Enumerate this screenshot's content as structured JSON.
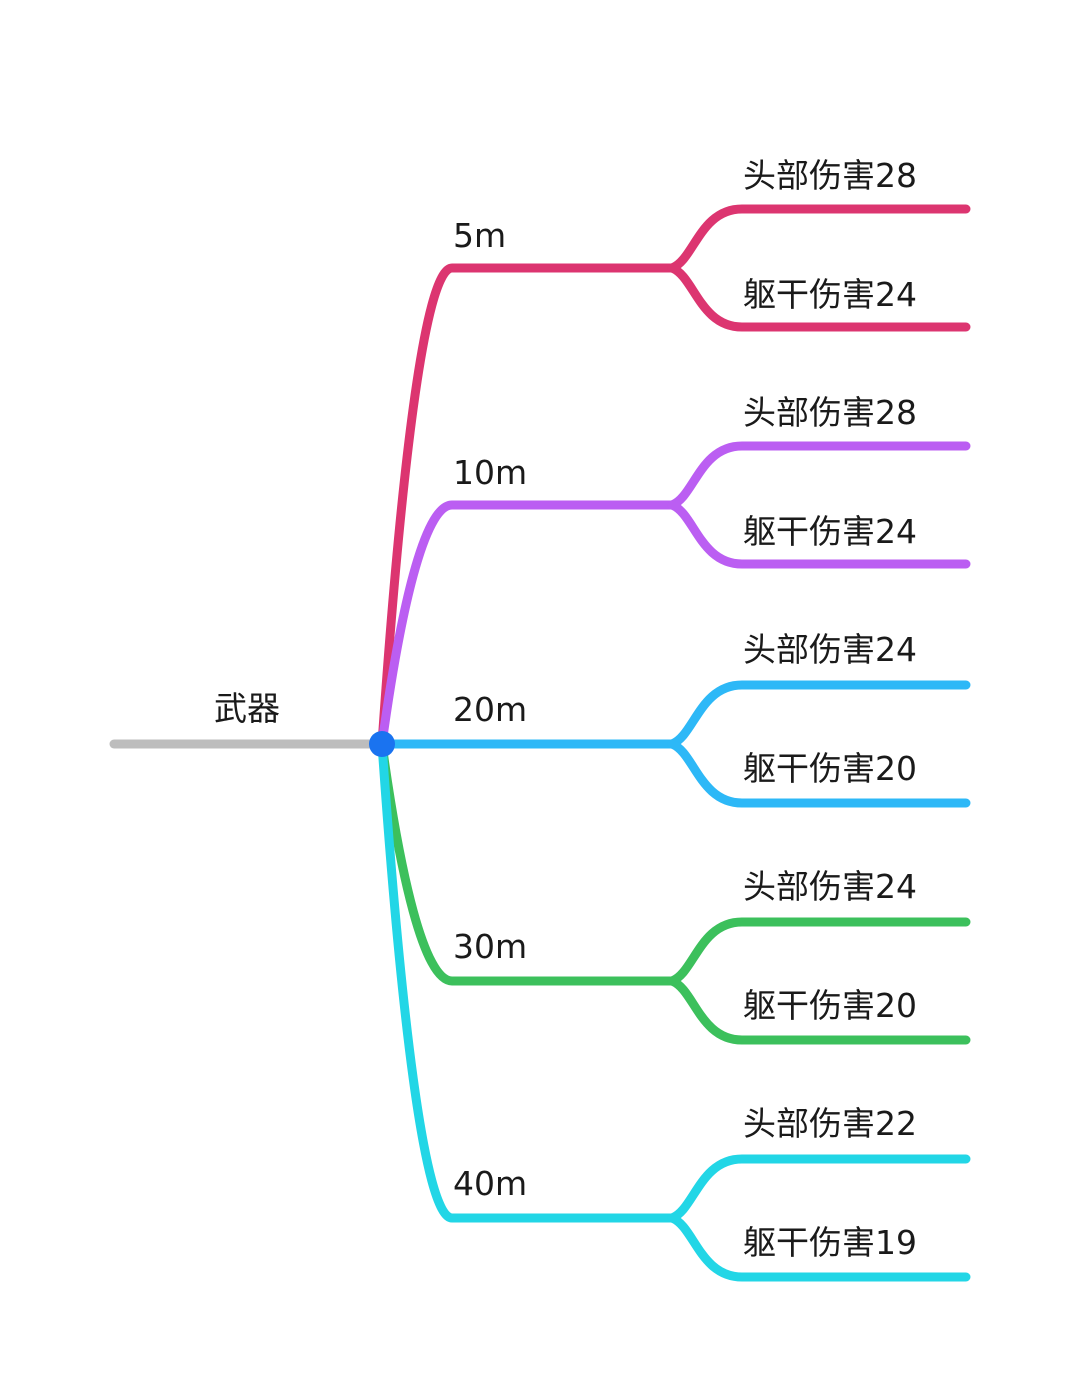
{
  "root": {
    "label": "武器",
    "color": "#bdbdbd",
    "node_color": "#1a73f0"
  },
  "branches": [
    {
      "label": "5m",
      "color": "#dc3570",
      "leaves": [
        {
          "label": "头部伤害28"
        },
        {
          "label": "躯干伤害24"
        }
      ]
    },
    {
      "label": "10m",
      "color": "#bb5ef2",
      "leaves": [
        {
          "label": "头部伤害28"
        },
        {
          "label": "躯干伤害24"
        }
      ]
    },
    {
      "label": "20m",
      "color": "#2db8f7",
      "leaves": [
        {
          "label": "头部伤害24"
        },
        {
          "label": "躯干伤害20"
        }
      ]
    },
    {
      "label": "30m",
      "color": "#3cc05c",
      "leaves": [
        {
          "label": "头部伤害24"
        },
        {
          "label": "躯干伤害20"
        }
      ]
    },
    {
      "label": "40m",
      "color": "#22d6e6",
      "leaves": [
        {
          "label": "头部伤害22"
        },
        {
          "label": "躯干伤害19"
        }
      ]
    }
  ]
}
